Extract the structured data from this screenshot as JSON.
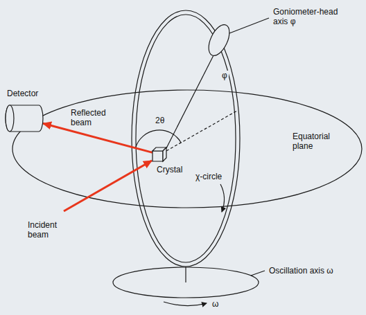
{
  "diagram": {
    "nodes": [
      {
        "text": [
          "Detector"
        ]
      },
      {
        "text": [
          "Crystal"
        ]
      }
    ],
    "edges": [
      {
        "from": 1,
        "to": 0,
        "arrow": "to"
      }
    ],
    "labels": [
      "Goniometer-head axis φ",
      "φ",
      "Reflected beam",
      "2θ",
      "χ-circle",
      "Equatorial plane",
      "Incident beam",
      "Oscillation axis ω",
      "ω"
    ]
  }
}
